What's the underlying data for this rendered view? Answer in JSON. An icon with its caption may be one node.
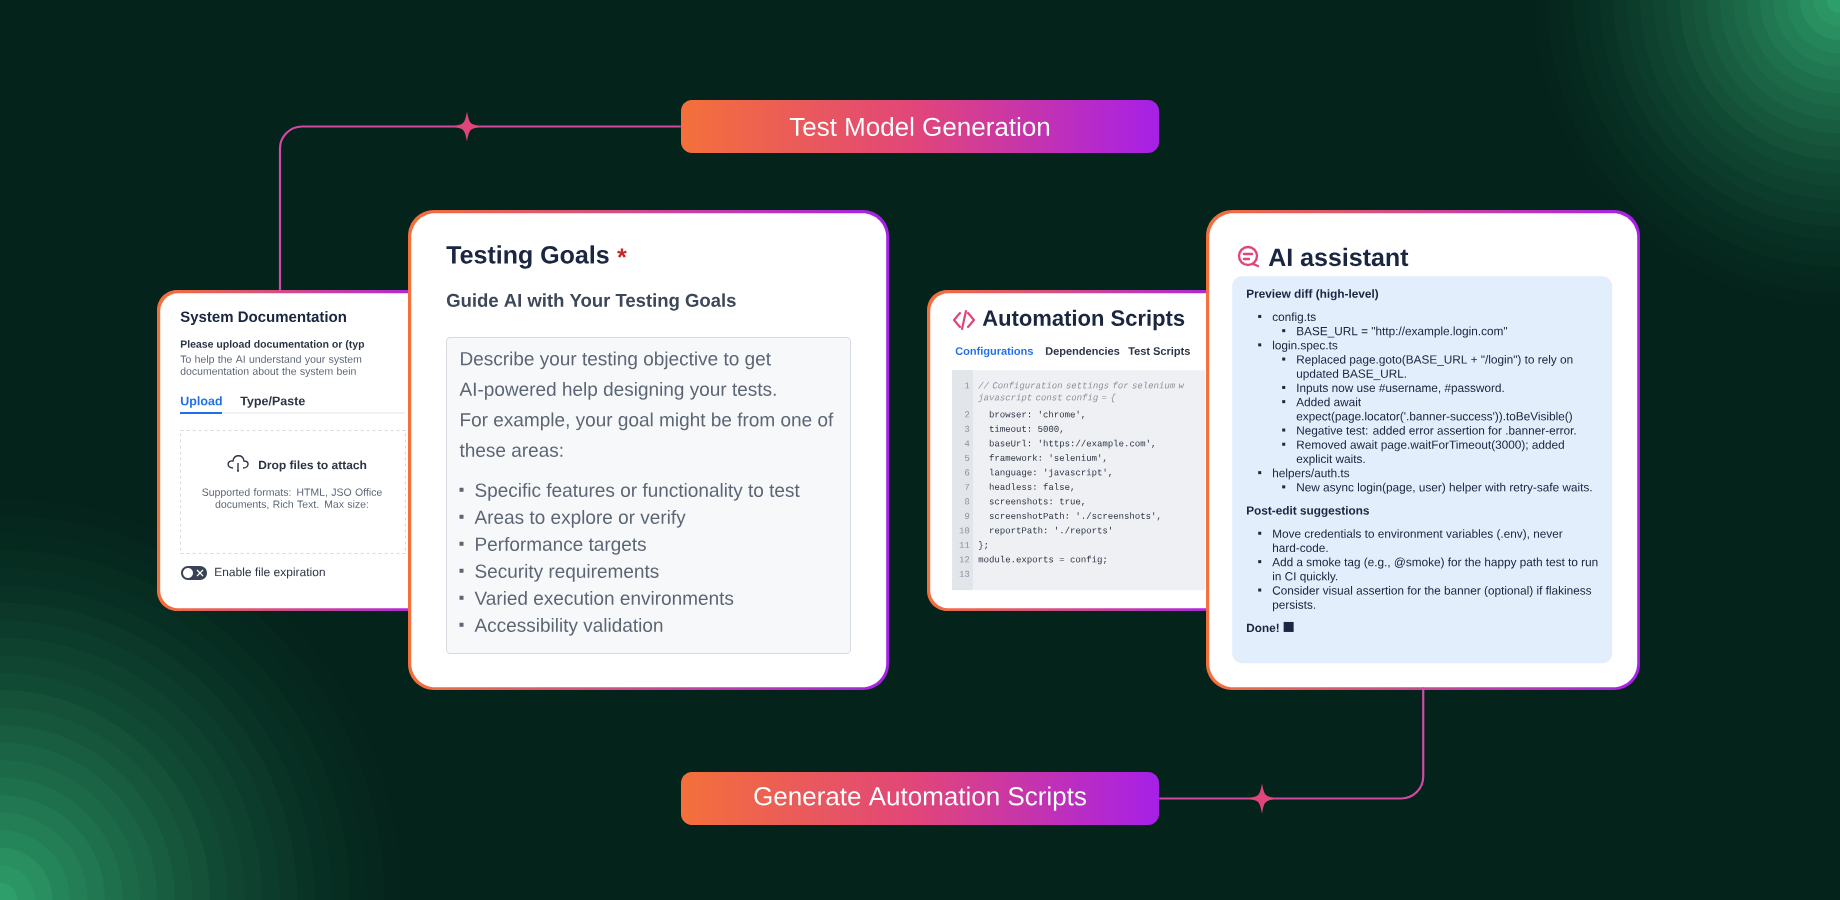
{
  "diagram": {
    "nodes": [
      {
        "text": [
          "Test Model Generation"
        ]
      },
      {
        "text": [
          "System Documentation",
          "Please upload documentation or (typ",
          "To help the AI understand your system documentation about the system bein",
          "Upload",
          "Type/Paste",
          "Enable file expiration"
        ]
      },
      {
        "text": [
          "Drop files to attach",
          "Supported formats: HTML, JSO Office documents, Rich Text. Max size:"
        ],
        "in": 1
      },
      {
        "text": [
          "Testing Goals",
          "*",
          "Guide AI with Your Testing Goals"
        ]
      },
      {
        "text": [
          "Describe your testing objective to get AI-powered help designing your tests.",
          "For example, your goal might be from one of these areas:",
          "Specific features or functionality to test",
          "Areas to explore or verify",
          "Performance targets",
          "Security requirements",
          "Varied execution environments",
          "Accessibility validation"
        ],
        "in": 3
      },
      {
        "text": [
          "Automation Scripts",
          "Configurations",
          "Dependencies",
          "Test Scripts"
        ]
      },
      {
        "text": [
          "1",
          "// Configuration settings for selenium w javascript const config = {",
          "2",
          "browser: 'chrome',",
          "3",
          "timeout: 5000,",
          "4",
          "baseUrl: 'https://example.com',",
          "5",
          "framework: 'selenium',",
          "6",
          "language: 'javascript',",
          "7",
          "headless: false,",
          "8",
          "screenshots: true,",
          "9",
          "screenshotPath: './screenshots',",
          "10",
          "reportPath: './reports'",
          "11",
          "};",
          "12",
          "module.exports = config;",
          "13"
        ],
        "in": 5
      },
      {
        "text": [
          "AI assistant"
        ]
      },
      {
        "text": [
          "Preview diff (high-level)",
          "config.ts",
          "BASE_URL = \"http://example.login.com\"",
          "login.spec.ts",
          "Replaced page.goto(BASE_URL + \"/login\") to rely on updated BASE_URL.",
          "Inputs now use #username, #password.",
          "Added await expect(page.locator('.banner-success')).toBeVisible()",
          "Negative test: added error assertion for .banner-error.",
          "Removed await page.waitForTimeout(3000); added explicit waits.",
          "helpers/auth.ts",
          "New async login(page, user) helper with retry-safe waits.",
          "Post-edit suggestions",
          "Move credentials to environment variables (.env), never hard-code.",
          "Add a smoke tag (e.g., @smoke) for the happy path test to run in CI quickly.",
          "Consider visual assertion for the banner (optional) if flakiness persists.",
          "Done!"
        ],
        "in": 7
      },
      {
        "text": [
          "Generate Automation Scripts"
        ]
      }
    ],
    "edges": [
      {
        "from": 1,
        "to": 0,
        "arrow": "none"
      },
      {
        "from": 7,
        "to": 9,
        "arrow": "none"
      }
    ]
  }
}
